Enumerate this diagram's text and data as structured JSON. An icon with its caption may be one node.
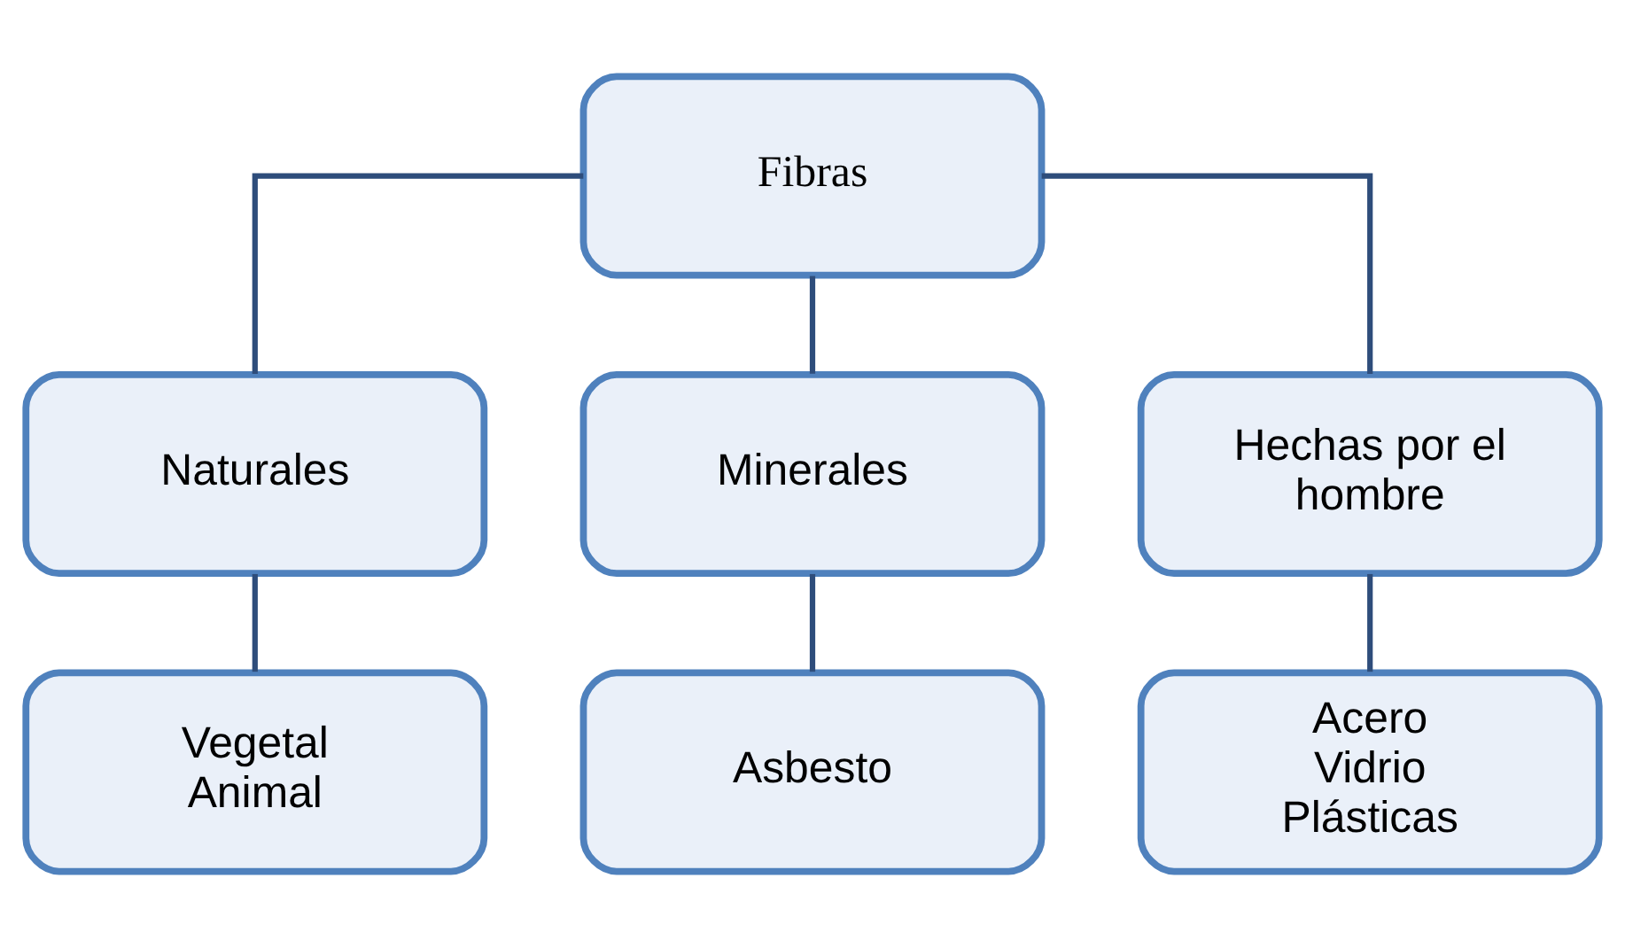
{
  "diagram": {
    "nodes": [
      {
        "text": [
          "Fibras"
        ]
      },
      {
        "text": [
          "Naturales"
        ]
      },
      {
        "text": [
          "Minerales"
        ]
      },
      {
        "text": [
          "Hechas por el hombre"
        ]
      },
      {
        "text": [
          "Vegetal",
          "Animal"
        ]
      },
      {
        "text": [
          "Asbesto"
        ]
      },
      {
        "text": [
          "Acero",
          "Vidrio",
          "Plásticas"
        ]
      }
    ],
    "edges": [
      {
        "from": 0,
        "to": 1,
        "arrow": "none"
      },
      {
        "from": 0,
        "to": 2,
        "arrow": "none"
      },
      {
        "from": 0,
        "to": 3,
        "arrow": "none"
      },
      {
        "from": 1,
        "to": 4,
        "arrow": "none"
      },
      {
        "from": 2,
        "to": 5,
        "arrow": "none"
      },
      {
        "from": 3,
        "to": 6,
        "arrow": "none"
      }
    ]
  }
}
